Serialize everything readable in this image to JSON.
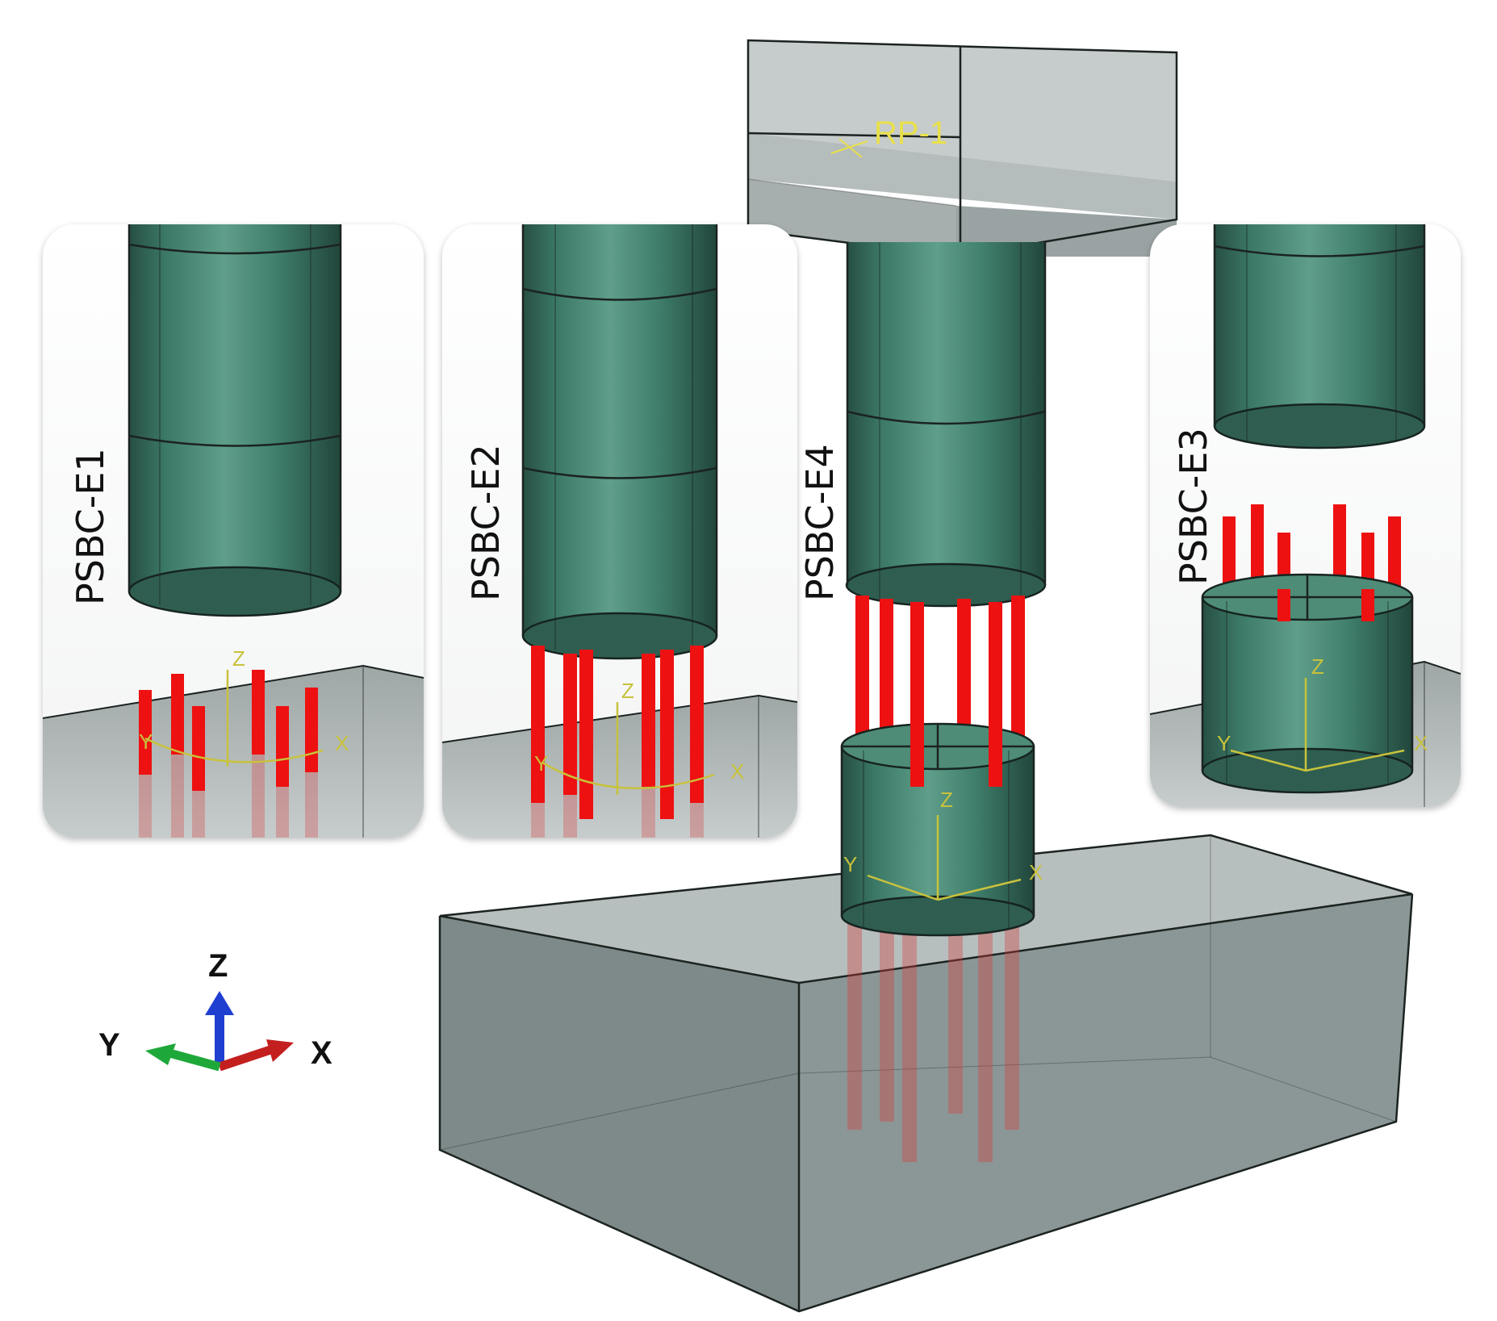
{
  "panels": [
    {
      "id": "e1",
      "label": "PSBC-E1"
    },
    {
      "id": "e2",
      "label": "PSBC-E2"
    },
    {
      "id": "e4",
      "label": "PSBC-E4"
    },
    {
      "id": "e3",
      "label": "PSBC-E3"
    }
  ],
  "reference_point": {
    "label": "RP-1"
  },
  "local_csys": {
    "z": "Z",
    "x": "X",
    "y": "Y"
  },
  "triad": {
    "z": "Z",
    "y": "Y",
    "x": "X"
  },
  "colors": {
    "column": "#3f7f6c",
    "soil": "#a4acac",
    "piles": "#ee1111",
    "csys": "#c8c23c",
    "triad_z": "#1f3fd1",
    "triad_x": "#c41f1f",
    "triad_y": "#1fa83a"
  }
}
